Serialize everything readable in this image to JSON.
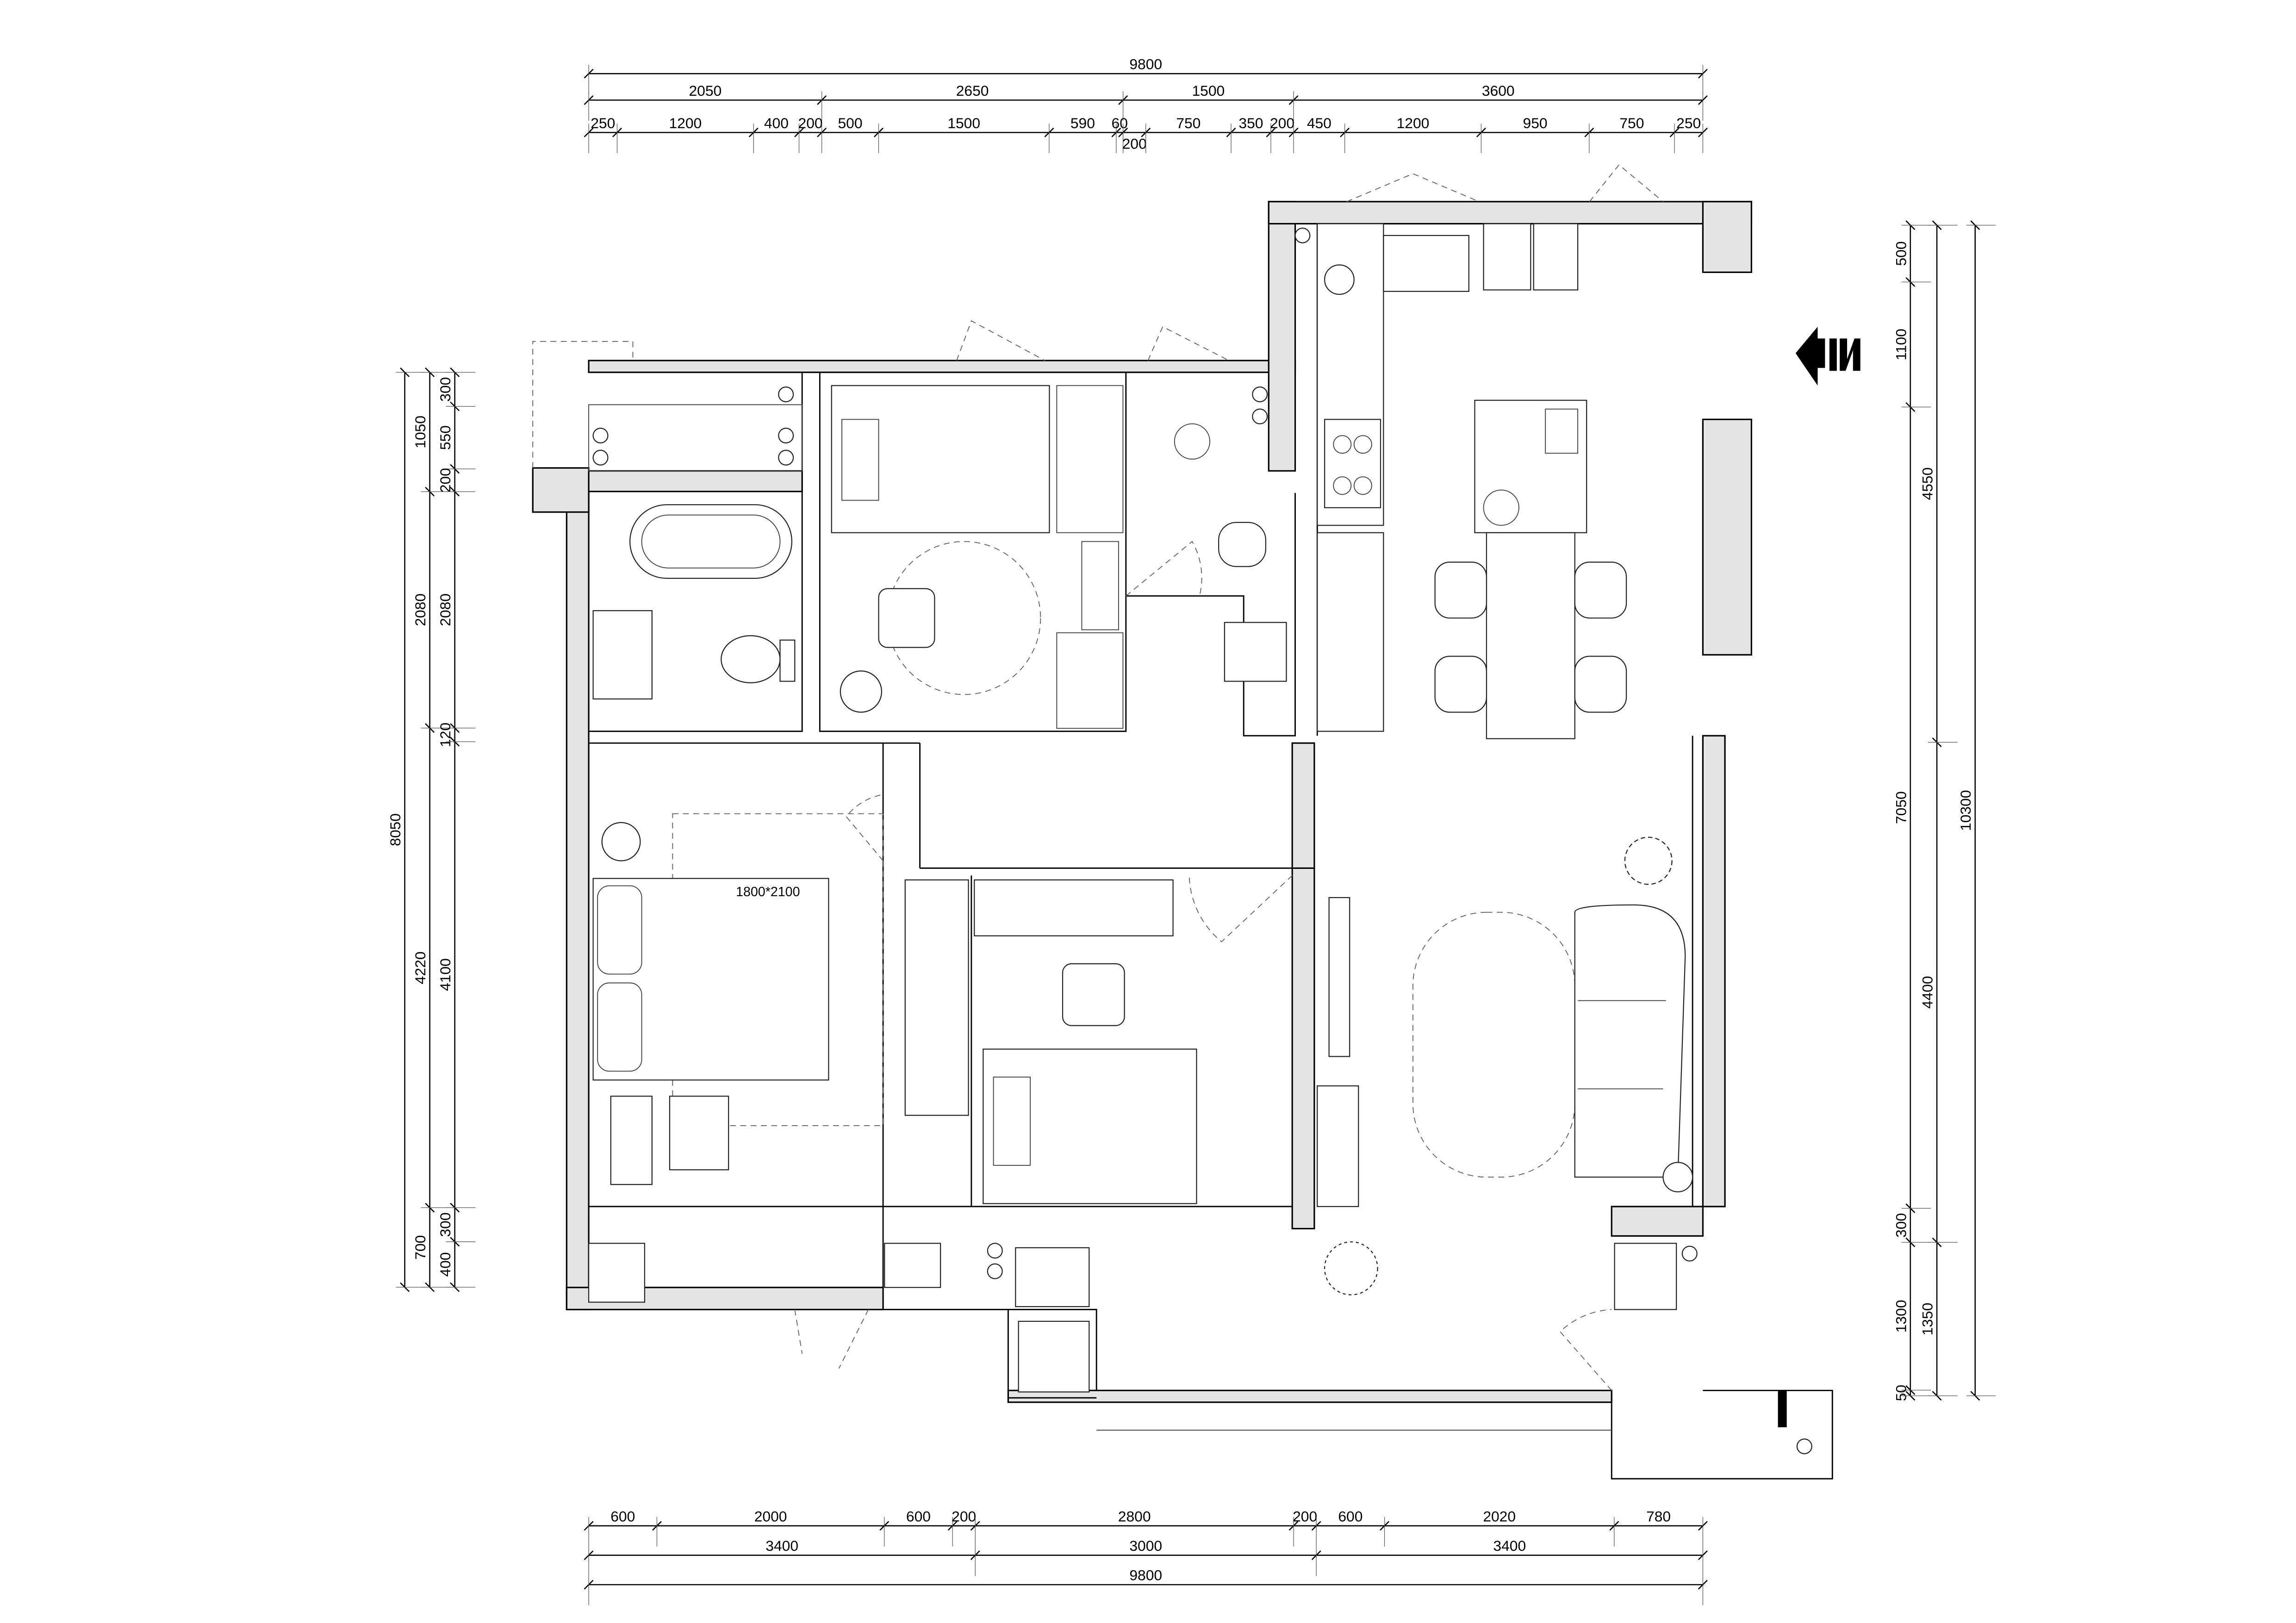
{
  "drawing": {
    "bed_label": "1800*2100",
    "entrance_marker": {
      "logo_text": "IN",
      "icon": "entrance-arrow-icon"
    }
  },
  "dimensions": {
    "top": {
      "total": [
        9800
      ],
      "tier2": [
        2050,
        2650,
        1500,
        3600
      ],
      "tier3": [
        250,
        1200,
        400,
        200,
        500,
        1500,
        590,
        60,
        200,
        750,
        350,
        200,
        450,
        1200,
        950,
        750,
        250
      ]
    },
    "bottom": {
      "tier1": [
        600,
        2000,
        600,
        200,
        2800,
        200,
        600,
        2020,
        780
      ],
      "tier2": [
        3400,
        3000,
        3400
      ],
      "total": [
        9800
      ]
    },
    "left": {
      "total": [
        8050
      ],
      "mid": [
        1050,
        2080,
        4220,
        700
      ],
      "inner": [
        300,
        550,
        200,
        2080,
        120,
        4100,
        300,
        400
      ]
    },
    "right": {
      "inner": [
        500,
        1100,
        7050,
        300,
        1300,
        50
      ],
      "mid": [
        4550,
        4400,
        1350
      ],
      "total": [
        10300
      ]
    }
  }
}
